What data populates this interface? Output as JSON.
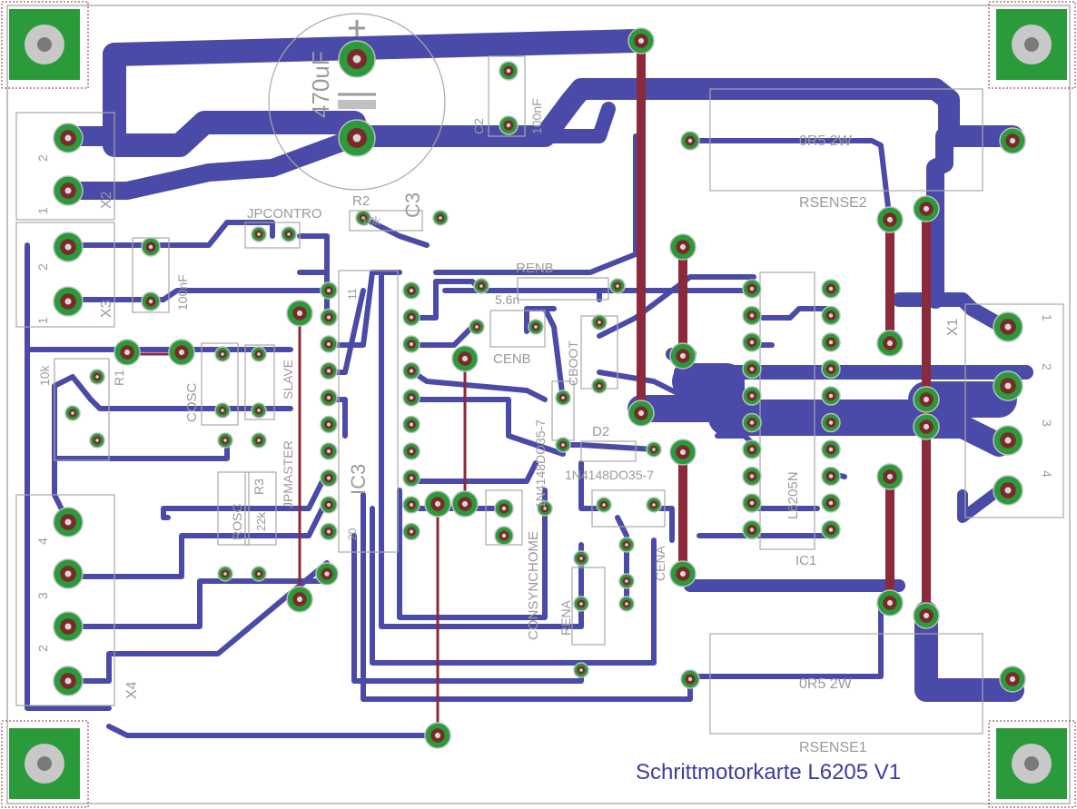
{
  "board": {
    "title": "Schrittmotorkarte L6205 V1",
    "colors": {
      "trace": "#4a4aa8",
      "wire": "#8b2a3a",
      "pad": "#2a9a3a",
      "silkscreen": "#9a9a9a"
    }
  },
  "components": {
    "C3_value": "470uF",
    "C3_name": "C3",
    "C2_name": "C2",
    "C2_value": "100nF",
    "C1_value": "100nF",
    "X1": "X1",
    "X2": "X2",
    "X3": "X3",
    "X4": "X4",
    "RSENSE1": "RSENSE1",
    "RSENSE2": "RSENSE2",
    "rsense_value": "0R5 2W",
    "R2": "R2",
    "R2_value": "10k",
    "JPCONTROL": "JPCONTRO",
    "RENB": "RENB",
    "CENB": "CENB",
    "renb_value": "5.6n",
    "IC1": "IC1",
    "IC1_part": "L6205N",
    "IC3": "IC3",
    "D2": "D2",
    "diode_part": "1N4148DO35-7",
    "diode_part2": "1N4148DO35-7",
    "COSC": "COSC",
    "ROSC": "ROSC",
    "R3": "R3",
    "R3_value": "22k",
    "R1": "R1",
    "R1_value": "10k",
    "JPMASTER": "JPMASTER",
    "SLAVE": "SLAVE",
    "CONSYNCH": "CONSYNCHOME",
    "RENA": "RENA",
    "CENA": "CENA",
    "pin1": "1",
    "pin2": "2",
    "pin3": "3",
    "pin4": "4",
    "ic3_pin11": "11",
    "ic3_pin20": "20",
    "cboot": "CBOOT"
  }
}
